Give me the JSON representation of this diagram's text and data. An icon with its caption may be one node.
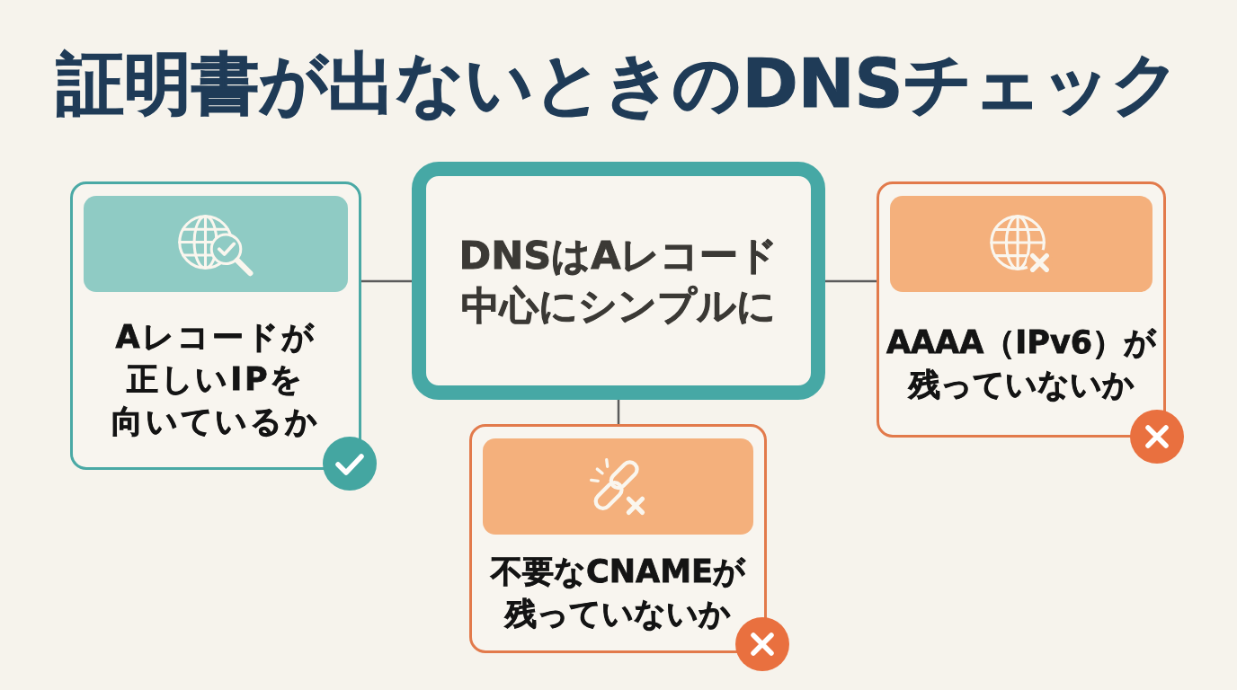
{
  "diagram": {
    "title": "証明書が出ないときのDNSチェック",
    "nodes": [
      {
        "text": [
          "Aレコードが正しいIPを向いているか"
        ]
      },
      {
        "text": [
          "DNSはAレコード中心にシンプルに"
        ]
      },
      {
        "text": [
          "AAAA（IPv6）が残っていないか"
        ]
      },
      {
        "text": [
          "不要なCNAMEが残っていないか"
        ]
      }
    ],
    "edges": [
      {
        "from": 1,
        "to": 0,
        "arrow": "none"
      },
      {
        "from": 1,
        "to": 2,
        "arrow": "none"
      },
      {
        "from": 1,
        "to": 3,
        "arrow": "none"
      }
    ]
  }
}
